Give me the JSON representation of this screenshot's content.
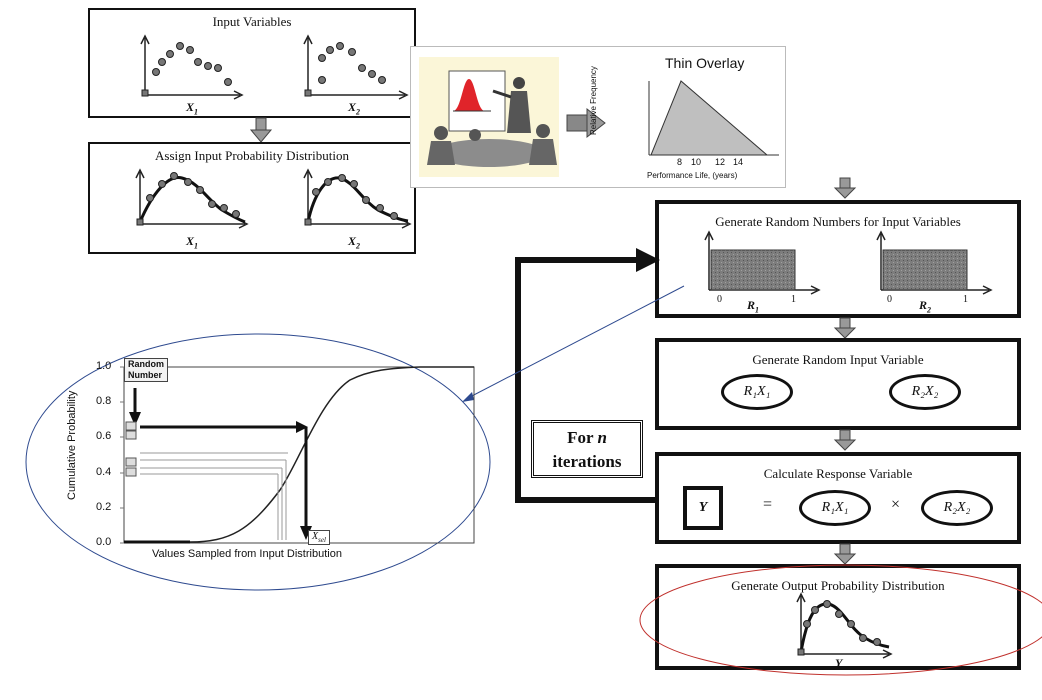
{
  "input_box": {
    "title": "Input Variables",
    "x1": "X",
    "x1_sub": "1",
    "x2": "X",
    "x2_sub": "2"
  },
  "assign_box": {
    "title": "Assign Input Probability Distribution",
    "x1": "X",
    "x1_sub": "1",
    "x2": "X",
    "x2_sub": "2"
  },
  "overlay": {
    "title": "Thin Overlay",
    "ylabel": "Relative Frequency",
    "xlabel": "Performance Life, (years)",
    "ticks": [
      "8",
      "10",
      "12",
      "14"
    ]
  },
  "random_box": {
    "title": "Generate Random Numbers for Input Variables",
    "r1": "R",
    "r1_sub": "1",
    "r2": "R",
    "r2_sub": "2",
    "tick0": "0",
    "tick1": "1"
  },
  "random_input_box": {
    "title": "Generate Random Input Variable",
    "e1": "R₁X₁",
    "e2": "R₂X₂"
  },
  "response_box": {
    "title": "Calculate Response Variable",
    "y": "Y",
    "eq": "=",
    "e1": "R₁X₁",
    "times": "×",
    "e2": "R₂X₂"
  },
  "output_box": {
    "title": "Generate Output Probability Distribution",
    "y": "Y"
  },
  "iterations": {
    "line1": "For",
    "n": "n",
    "line2": "iterations"
  },
  "cdf": {
    "ylabel": "Cumulative Probability",
    "xlabel": "Values Sampled from Input Distribution",
    "ticks": [
      "1.0",
      "0.8",
      "0.6",
      "0.4",
      "0.2",
      "0.0"
    ],
    "random_label_1": "Random",
    "random_label_2": "Number",
    "xsel": "X",
    "xsel_sub": "sel"
  },
  "colors": {
    "blue_ellipse": "#2e4a8f",
    "red_ellipse": "#c0302c",
    "shade": "#8a8a8a"
  }
}
